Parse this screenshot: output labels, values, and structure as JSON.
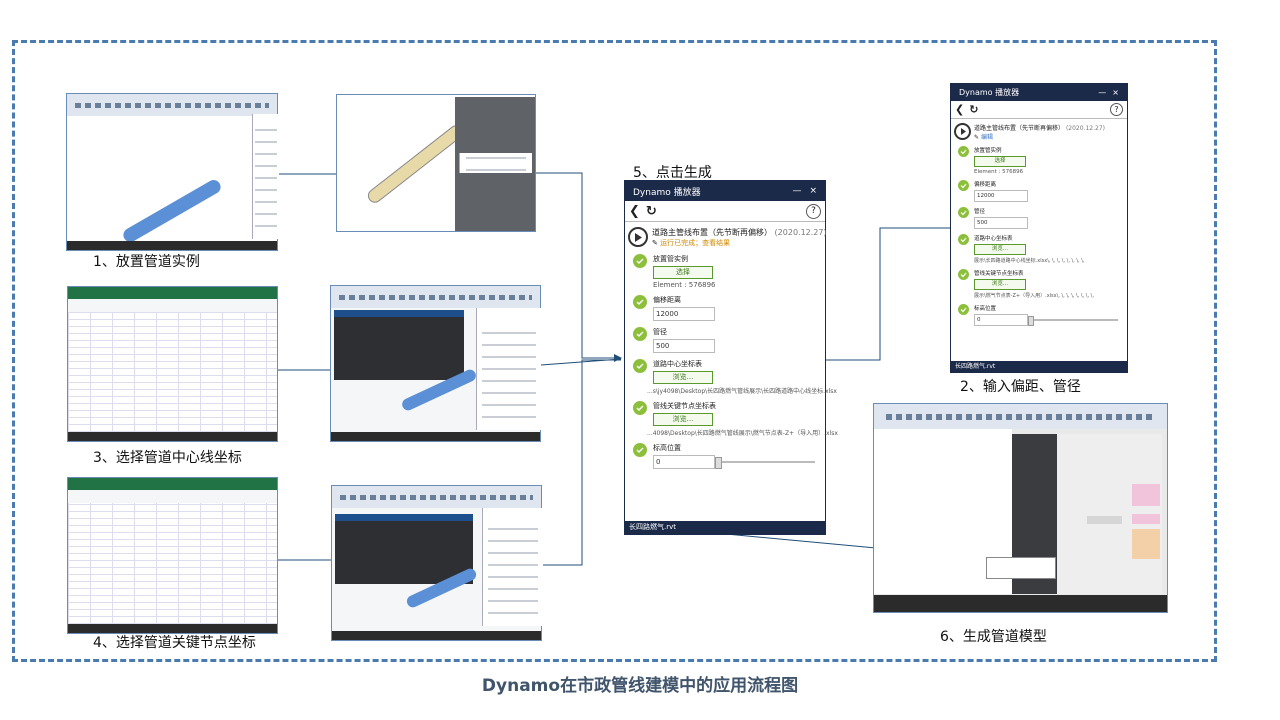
{
  "title": "Dynamo在市政管线建模中的应用流程图",
  "steps": {
    "s1": "1、放置管道实例",
    "s2": "2、输入偏距、管径",
    "s3": "3、选择管道中心线坐标",
    "s4": "4、选择管道关键节点坐标",
    "s5": "5、点击生成",
    "s6": "6、生成管道模型"
  },
  "player": {
    "header": "Dynamo 播放器",
    "minimize": "—",
    "close": "×",
    "back": "❮",
    "refresh": "↻",
    "help": "?",
    "script_name": "道路主管线布置（先节断再偏移）",
    "script_date": "(2020.12.27)",
    "status": "运行已完成；查看结果",
    "edit": "编辑",
    "f1_label": "放置管实例",
    "f1_button": "选择",
    "f1_value": "Element : 576896",
    "f2_label": "偏移距离",
    "f2_value": "12000",
    "f3_label": "管径",
    "f3_value": "500",
    "f4_label": "道路中心坐标表",
    "f4_button": "浏览...",
    "f4_path": "...s\\jy4098\\Desktop\\长四路燃气管线展示\\长四路道路中心线坐标.xlsx",
    "f4_path_small": "展示\\长四路道路中心线坐标.xlsx\\, \\, \\, \\, \\, \\, \\, \\,",
    "f5_label": "管线关键节点坐标表",
    "f5_button": "浏览...",
    "f5_path": "...4098\\Desktop\\长四路燃气管线展示\\燃气节点表-Z+（导入用）.xlsx",
    "f5_path_small": "展示\\燃气节点表-Z+（导入用）.xlsx\\, \\, \\, \\, \\, \\, \\, \\,",
    "f6_label": "标高位置",
    "f6_value": "0",
    "footer": "长四路燃气.rvt"
  },
  "colors": {
    "frame": "#4a7bb0",
    "player_header": "#1c2a4a",
    "check": "#8cbf3c",
    "pipe": "#5b8fd6",
    "pipe_tan": "#e8d9a8",
    "arrow": "#1f4e79"
  },
  "icons": [
    "play-icon",
    "check-icon",
    "pencil-icon",
    "back-icon",
    "refresh-icon",
    "help-icon",
    "close-icon"
  ]
}
